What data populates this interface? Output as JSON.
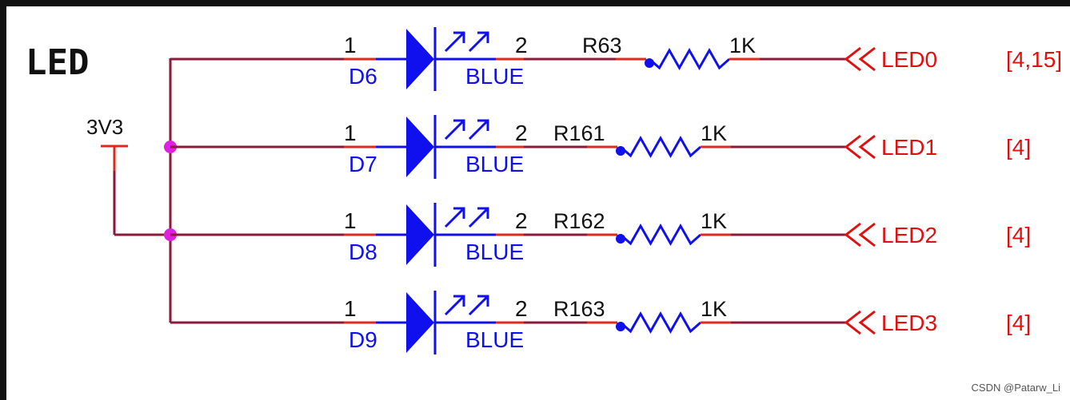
{
  "title": "LED",
  "power": {
    "label": "3V3"
  },
  "colors": {
    "wire": "#8b1a3a",
    "pin": "#e0281e",
    "body": "#1010ee",
    "junction": "#e020e0",
    "net": "#e01010",
    "frame": "#111111"
  },
  "icons": [
    "diode-icon",
    "light-arrows-icon",
    "resistor-icon",
    "port-arrow-icon",
    "junction-dot-icon",
    "power-tee-icon"
  ],
  "rows": [
    {
      "pin1": "1",
      "pin2": "2",
      "designator": "D6",
      "color": "BLUE",
      "resistor": "R63",
      "value": "1K",
      "net": "LED0",
      "ref": "[4,15]"
    },
    {
      "pin1": "1",
      "pin2": "2",
      "designator": "D7",
      "color": "BLUE",
      "resistor": "R161",
      "value": "1K",
      "net": "LED1",
      "ref": "[4]"
    },
    {
      "pin1": "1",
      "pin2": "2",
      "designator": "D8",
      "color": "BLUE",
      "resistor": "R162",
      "value": "1K",
      "net": "LED2",
      "ref": "[4]"
    },
    {
      "pin1": "1",
      "pin2": "2",
      "designator": "D9",
      "color": "BLUE",
      "resistor": "R163",
      "value": "1K",
      "net": "LED3",
      "ref": "[4]"
    }
  ],
  "watermark": "CSDN @Patarw_Li"
}
